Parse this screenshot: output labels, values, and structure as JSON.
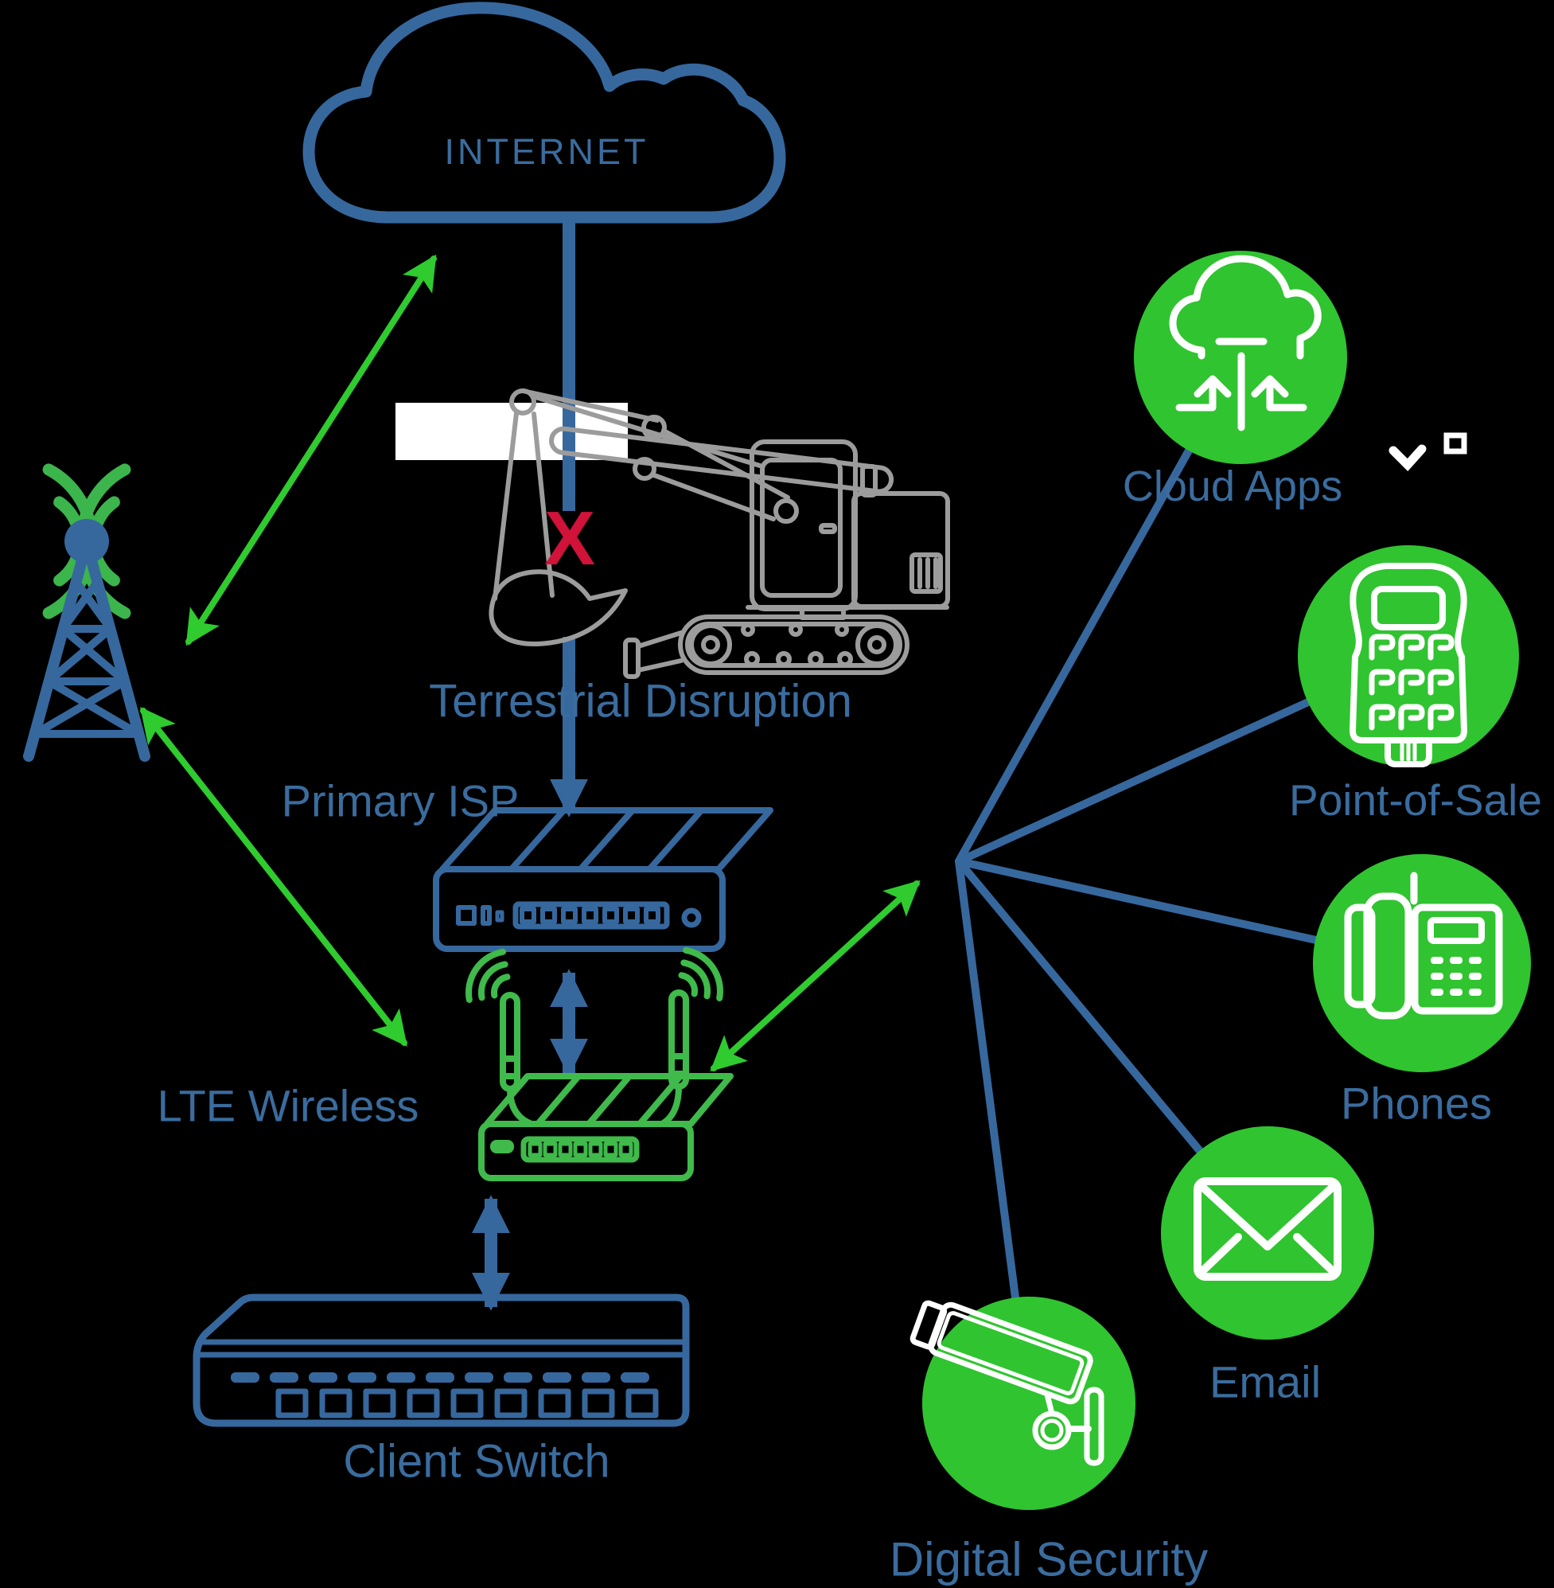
{
  "diagram": {
    "labels": {
      "internet": "INTERNET",
      "disruption_mark": "X",
      "terrestrial_disruption": "Terrestrial Disruption",
      "primary_isp": "Primary ISP",
      "lte_wireless": "LTE Wireless",
      "client_switch": "Client Switch",
      "cloud_apps": "Cloud Apps",
      "point_of_sale": "Point-of-Sale",
      "phones": "Phones",
      "email": "Email",
      "digital_security": "Digital Security"
    },
    "colors": {
      "line_blue": "#36689E",
      "text_blue": "#3A6C9E",
      "arrow_green": "#2FCB2F",
      "wave_green": "#3CB54C",
      "circle_green": "#30C430",
      "router_green": "#3FBA4B",
      "excavator_gray": "#9C9C9C",
      "disruption_red": "#D11239",
      "background": "#000000"
    }
  }
}
